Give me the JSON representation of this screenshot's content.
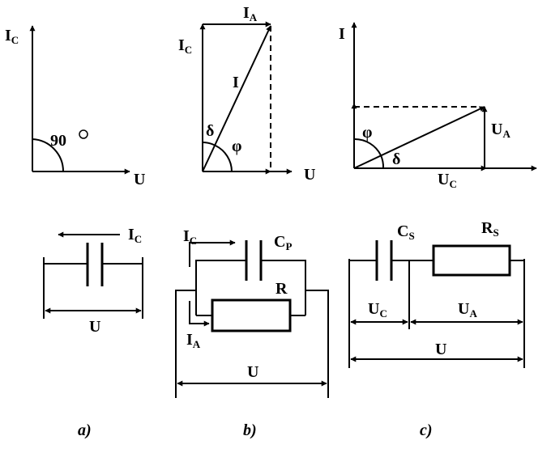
{
  "labels": {
    "a_ic_main": "I",
    "a_ic_sub": "C",
    "a_u": "U",
    "a_angle": "90",
    "a_circ_ic_main": "I",
    "a_circ_ic_sub": "C",
    "a_circ_u": "U",
    "b_ia_main": "I",
    "b_ia_sub": "A",
    "b_ic_main": "I",
    "b_ic_sub": "C",
    "b_i": "I",
    "b_delta": "δ",
    "b_phi": "φ",
    "b_u": "U",
    "b_circ_ic_main": "I",
    "b_circ_ic_sub": "C",
    "b_circ_cp_main": "C",
    "b_circ_cp_sub": "P",
    "b_circ_r": "R",
    "b_circ_ia_main": "I",
    "b_circ_ia_sub": "A",
    "b_circ_u": "U",
    "c_i": "I",
    "c_phi": "φ",
    "c_delta": "δ",
    "c_ua_main": "U",
    "c_ua_sub": "A",
    "c_uc_main": "U",
    "c_uc_sub": "C",
    "c_circ_cs_main": "C",
    "c_circ_cs_sub": "S",
    "c_circ_rs_main": "R",
    "c_circ_rs_sub": "S",
    "c_circ_uc_main": "U",
    "c_circ_uc_sub": "C",
    "c_circ_ua_main": "U",
    "c_circ_ua_sub": "A",
    "c_circ_u": "U"
  },
  "captions": {
    "a": "a)",
    "b": "b)",
    "c": "c)"
  }
}
